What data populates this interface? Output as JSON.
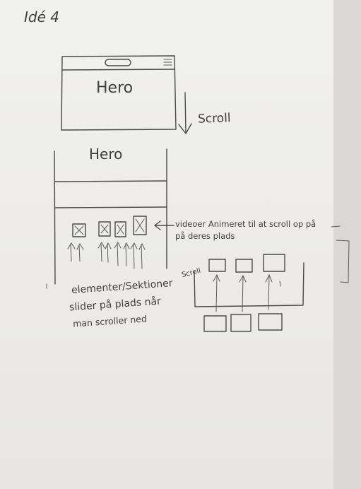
{
  "sketch": {
    "title": "Idé 4",
    "hero_label_top": "Hero",
    "hero_label_bottom": "Hero",
    "scroll_label": "Scroll",
    "video_note_line1": "videoer Animeret til at scroll op på",
    "video_note_line2": "på deres plads",
    "elements_note_line1": "elementer/Sektioner",
    "elements_note_line2": "slider på plads når",
    "elements_note_line3": "man scroller ned",
    "small_scroll_label": "Scroll"
  }
}
